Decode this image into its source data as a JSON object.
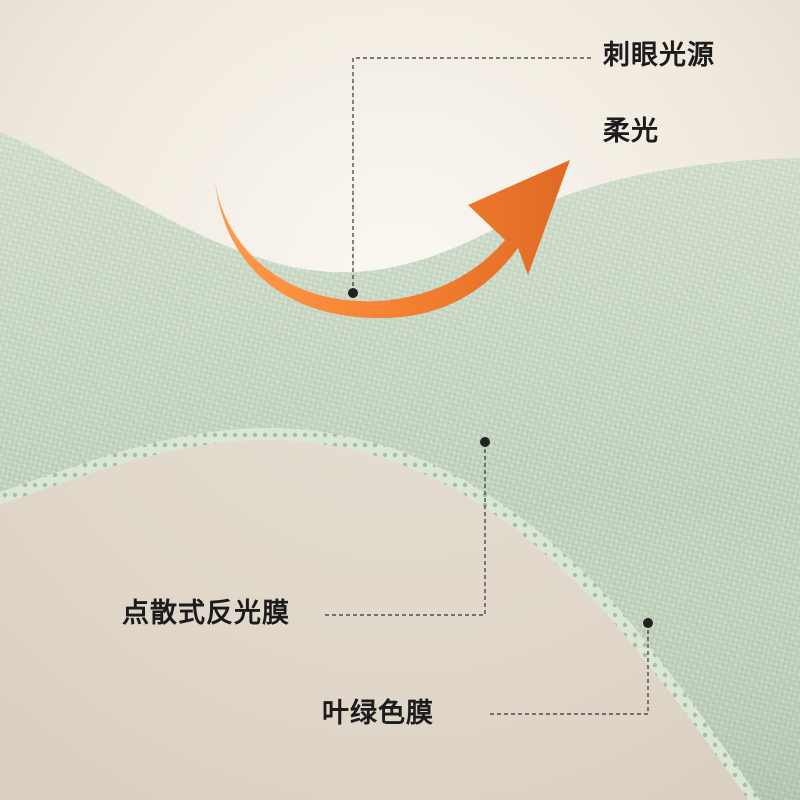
{
  "labels": {
    "harsh_light_source": "刺眼光源",
    "soft_light": "柔光",
    "dot_diffuse_reflective_film": "点散式反光膜",
    "leaf_green_film": "叶绿色膜"
  },
  "colors": {
    "background": "#efe8dd",
    "film_green": "#c4d4bf",
    "film_edge": "#dbe7d6",
    "arrow_orange_light": "#ff9a4a",
    "arrow_orange_dark": "#e06a24",
    "leader_line": "#333333",
    "text": "#1c1c1c"
  }
}
